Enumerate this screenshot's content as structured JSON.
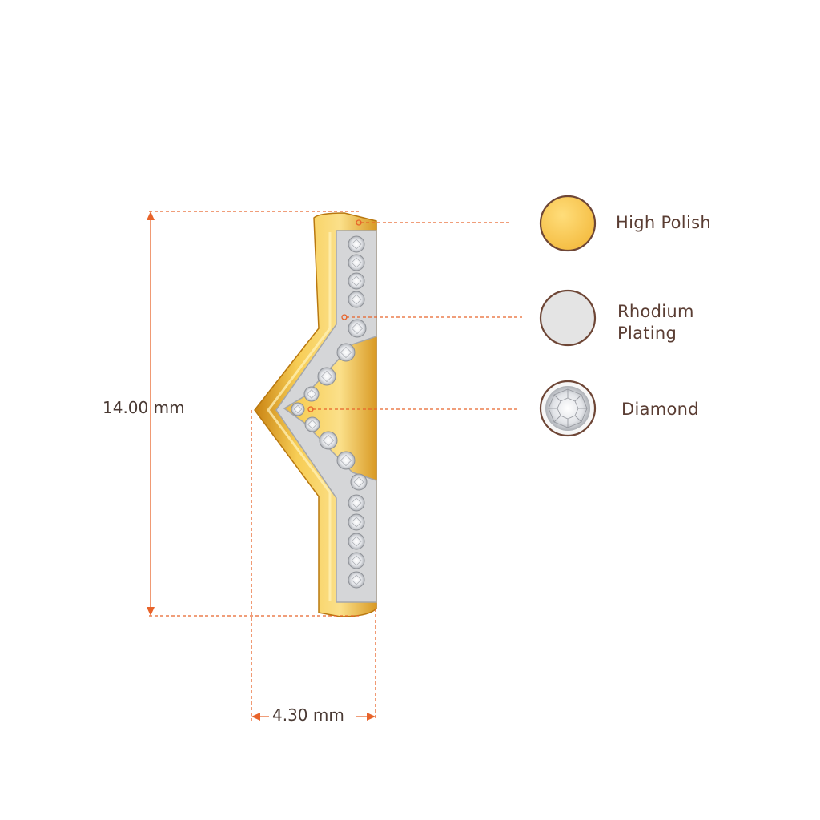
{
  "dimensions": {
    "height_label": "14.00 mm",
    "width_label": "4.30 mm"
  },
  "legend": [
    {
      "label": "High Polish",
      "swatch": "gold-swatch"
    },
    {
      "label": "Rhodium\nPlating",
      "swatch": "silver-swatch"
    },
    {
      "label": "Diamond",
      "swatch": "diamond-swatch"
    }
  ],
  "colors": {
    "dimension_line": "#e8632a",
    "gold": "#f2c24c",
    "gold_dark": "#d9951e",
    "rhodium": "#e4e4e4",
    "swatch_border": "#6e4636",
    "text": "#4a3a34"
  }
}
